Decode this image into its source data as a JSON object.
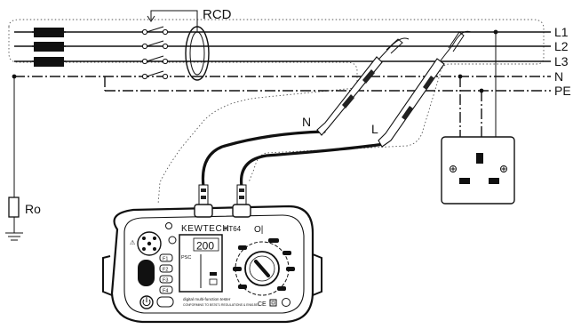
{
  "diagram": {
    "rcd_label": "RCD",
    "lines": [
      {
        "id": "l1",
        "label": "L1"
      },
      {
        "id": "l2",
        "label": "L2"
      },
      {
        "id": "l3",
        "label": "L3"
      },
      {
        "id": "n",
        "label": "N"
      },
      {
        "id": "pe",
        "label": "PE"
      }
    ],
    "earth_resistor_label": "Ro",
    "probe_labels": {
      "neutral": "N",
      "live": "L"
    }
  },
  "instrument": {
    "brand": "KEWTECH",
    "model": "KT64",
    "power_symbol": "O|",
    "display_value": "200",
    "display_mode": "PSC",
    "function_keys": [
      "F1",
      "F2",
      "F3",
      "F4"
    ],
    "bottom_text_line1": "digital multi-function tester",
    "bottom_text_line2": "CONFORMING TO BS7671 REGULATIONS & EN61557",
    "ce_mark": "CE"
  }
}
